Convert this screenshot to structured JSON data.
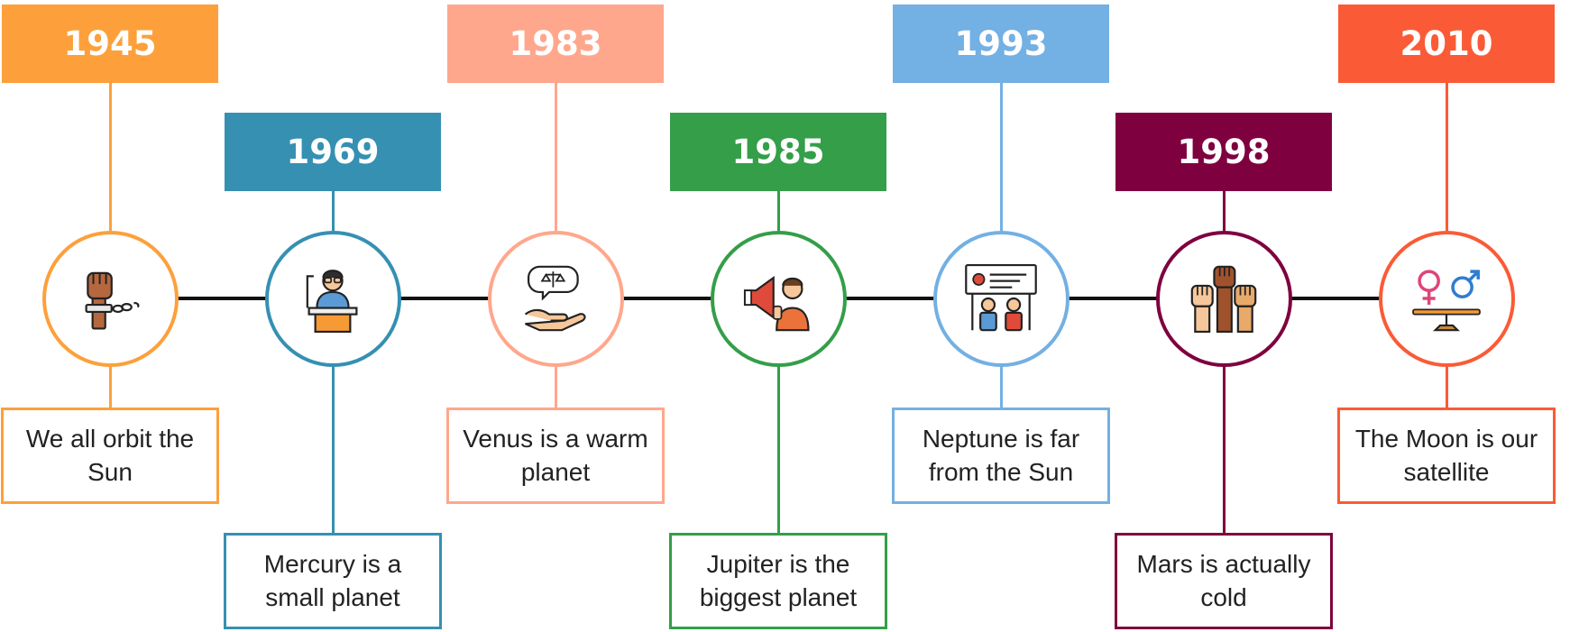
{
  "timeline": {
    "events": [
      {
        "year": "1945",
        "text": "We all orbit the Sun",
        "color": "#FDA03B",
        "icon": "raised-fist-broken-chain-icon",
        "row": "top"
      },
      {
        "year": "1969",
        "text": "Mercury is a small planet",
        "color": "#3590B2",
        "icon": "speaker-at-podium-icon",
        "row": "bottom"
      },
      {
        "year": "1983",
        "text": "Venus is a warm planet",
        "color": "#FFA78C",
        "icon": "hand-with-justice-scale-icon",
        "row": "top"
      },
      {
        "year": "1985",
        "text": "Jupiter is the biggest planet",
        "color": "#349E49",
        "icon": "megaphone-activist-icon",
        "row": "bottom"
      },
      {
        "year": "1993",
        "text": "Neptune is far from the Sun",
        "color": "#73B0E3",
        "icon": "protest-banner-icon",
        "row": "top"
      },
      {
        "year": "1998",
        "text": "Mars is actually cold",
        "color": "#7F003F",
        "icon": "raised-fists-icon",
        "row": "bottom"
      },
      {
        "year": "2010",
        "text": "The Moon is our satellite",
        "color": "#FA5B36",
        "icon": "gender-equality-scale-icon",
        "row": "top"
      }
    ]
  }
}
